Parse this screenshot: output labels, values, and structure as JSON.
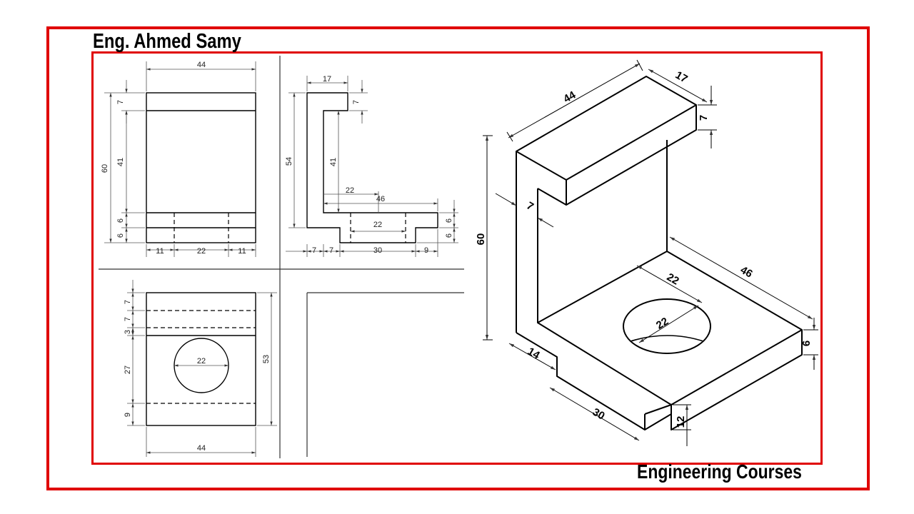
{
  "header": {
    "author": "Eng. Ahmed Samy"
  },
  "footer": {
    "channel": "Engineering Courses"
  },
  "colors": {
    "frame": "#e00000",
    "line": "#000000",
    "dim": "#555555",
    "divider": "#333333"
  },
  "front_view": {
    "overall_width": "44",
    "total_height": "60",
    "top_band": "7",
    "web_height": "41",
    "base_upper": "6",
    "base_lower": "6",
    "bottom_left": "11",
    "bottom_middle": "22",
    "bottom_right": "11"
  },
  "side_view": {
    "top_flange": "17",
    "flange_thickness": "7",
    "upright_height": "54",
    "upright_inner": "41",
    "hole_offset": "22",
    "base_length": "46",
    "slot_width": "22",
    "base_upper": "6",
    "base_lower": "6",
    "bottom_a": "7",
    "bottom_b": "7",
    "bottom_c": "30",
    "bottom_d": "9"
  },
  "top_view": {
    "band_1": "7",
    "band_2": "7",
    "band_3": "3",
    "to_hole": "27",
    "bottom_margin": "9",
    "hole_diameter": "22",
    "overall_depth": "53",
    "overall_width": "44"
  },
  "isometric": {
    "length": "44",
    "flange_depth": "17",
    "flange_height": "7",
    "wall_thickness": "7",
    "height": "60",
    "base_length": "46",
    "hole_offset": "22",
    "hole_diameter": "22",
    "base_thickness": "6",
    "step_width": "14",
    "slot_length": "30",
    "step_height": "12"
  }
}
